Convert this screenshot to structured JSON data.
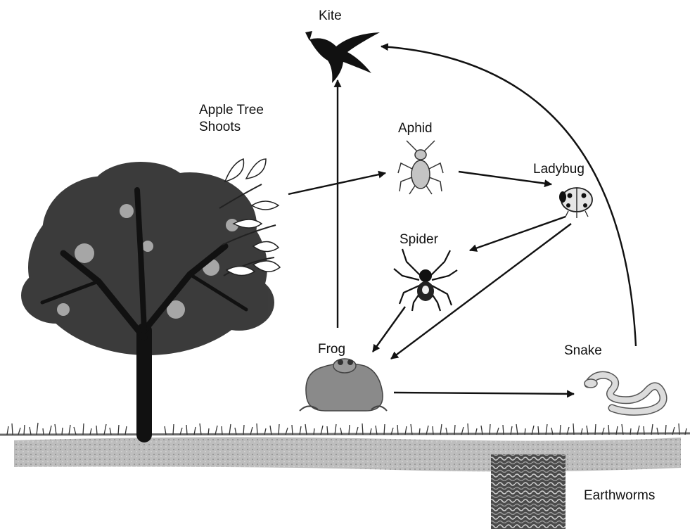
{
  "diagram": {
    "labels": {
      "kite": "Kite",
      "apple_tree_shoots_line1": "Apple Tree",
      "apple_tree_shoots_line2": "Shoots",
      "aphid": "Aphid",
      "ladybug": "Ladybug",
      "spider": "Spider",
      "frog": "Frog",
      "snake": "Snake",
      "earthworms": "Earthworms"
    },
    "feeding_links": [
      {
        "from": "Apple Tree Shoots",
        "to": "Aphid"
      },
      {
        "from": "Aphid",
        "to": "Ladybug"
      },
      {
        "from": "Ladybug",
        "to": "Spider"
      },
      {
        "from": "Ladybug",
        "to": "Frog"
      },
      {
        "from": "Spider",
        "to": "Frog"
      },
      {
        "from": "Frog",
        "to": "Kite"
      },
      {
        "from": "Frog",
        "to": "Snake"
      },
      {
        "from": "Snake",
        "to": "Kite"
      }
    ],
    "colors": {
      "ink": "#111111",
      "soil": "#bdbdbd",
      "ground_line": "#6a6a6a",
      "grass": "#333333",
      "frog": "#8a8a8a",
      "snake": "#d9d9d9",
      "aphid": "#c4c4c4"
    }
  }
}
